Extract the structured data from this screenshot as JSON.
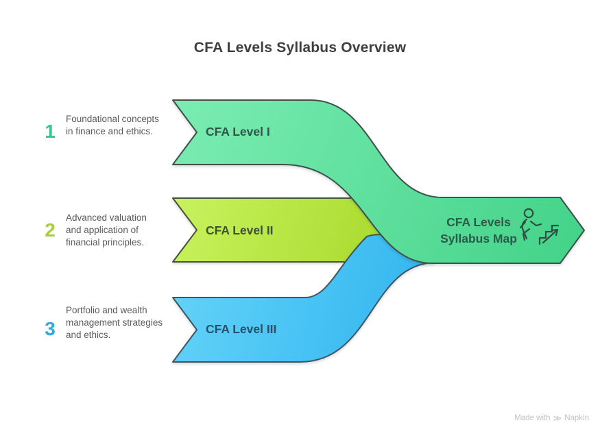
{
  "title": "CFA Levels Syllabus Overview",
  "steps": [
    {
      "number": "1",
      "number_color": "#34C98A",
      "description": "Foundational concepts in finance and ethics.",
      "arrow_label": "CFA Level I",
      "fill_light": "#7BEDB2",
      "fill_dark": "#43D288"
    },
    {
      "number": "2",
      "number_color": "#A6CE3E",
      "description": "Advanced valuation and application of financial principles.",
      "arrow_label": "CFA Level II",
      "fill_light": "#C9F25E",
      "fill_dark": "#A9DB2E"
    },
    {
      "number": "3",
      "number_color": "#2FA9DE",
      "description": "Portfolio and wealth management strategies and ethics.",
      "arrow_label": "CFA Level III",
      "fill_light": "#62D2F8",
      "fill_dark": "#2FB4EF"
    }
  ],
  "output_arrow": {
    "label_line1": "CFA Levels",
    "label_line2": "Syllabus Map",
    "icon": "person-climbing-stairs-icon"
  },
  "watermark": {
    "prefix": "Made with",
    "brand": "Napkin",
    "icon": "napkin-logo-icon",
    "icon_glyph": "≫"
  }
}
